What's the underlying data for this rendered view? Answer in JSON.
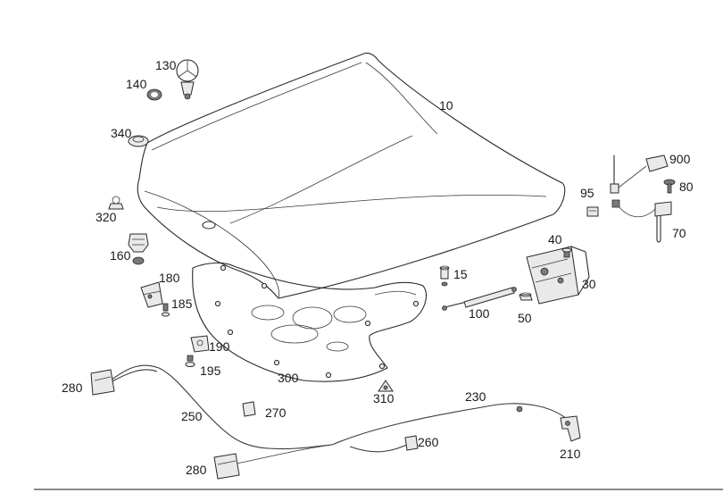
{
  "diagram": {
    "parts": [
      {
        "id": "hood",
        "label": "10"
      },
      {
        "id": "bumper-stop",
        "label": "15"
      },
      {
        "id": "lock",
        "label": "30"
      },
      {
        "id": "screw-lock",
        "label": "40"
      },
      {
        "id": "nut-lock",
        "label": "50"
      },
      {
        "id": "safety-hook",
        "label": "70"
      },
      {
        "id": "screw-hook",
        "label": "80"
      },
      {
        "id": "clip-95",
        "label": "95"
      },
      {
        "id": "gas-strut",
        "label": "100"
      },
      {
        "id": "emblem",
        "label": "130"
      },
      {
        "id": "emblem-seal",
        "label": "140"
      },
      {
        "id": "buffer",
        "label": "160"
      },
      {
        "id": "bracket",
        "label": "180"
      },
      {
        "id": "screw-185",
        "label": "185"
      },
      {
        "id": "holder-190",
        "label": "190"
      },
      {
        "id": "screw-195",
        "label": "195"
      },
      {
        "id": "release-lever",
        "label": "210"
      },
      {
        "id": "cable-230",
        "label": "230"
      },
      {
        "id": "cable-250",
        "label": "250"
      },
      {
        "id": "clip-260",
        "label": "260"
      },
      {
        "id": "clip-270",
        "label": "270"
      },
      {
        "id": "handle-280-top",
        "label": "280"
      },
      {
        "id": "handle-280-bottom",
        "label": "280"
      },
      {
        "id": "insulation-mat",
        "label": "300"
      },
      {
        "id": "clip-310",
        "label": "310"
      },
      {
        "id": "plug-320",
        "label": "320"
      },
      {
        "id": "plug-340",
        "label": "340"
      },
      {
        "id": "sensor-900",
        "label": "900"
      }
    ]
  }
}
